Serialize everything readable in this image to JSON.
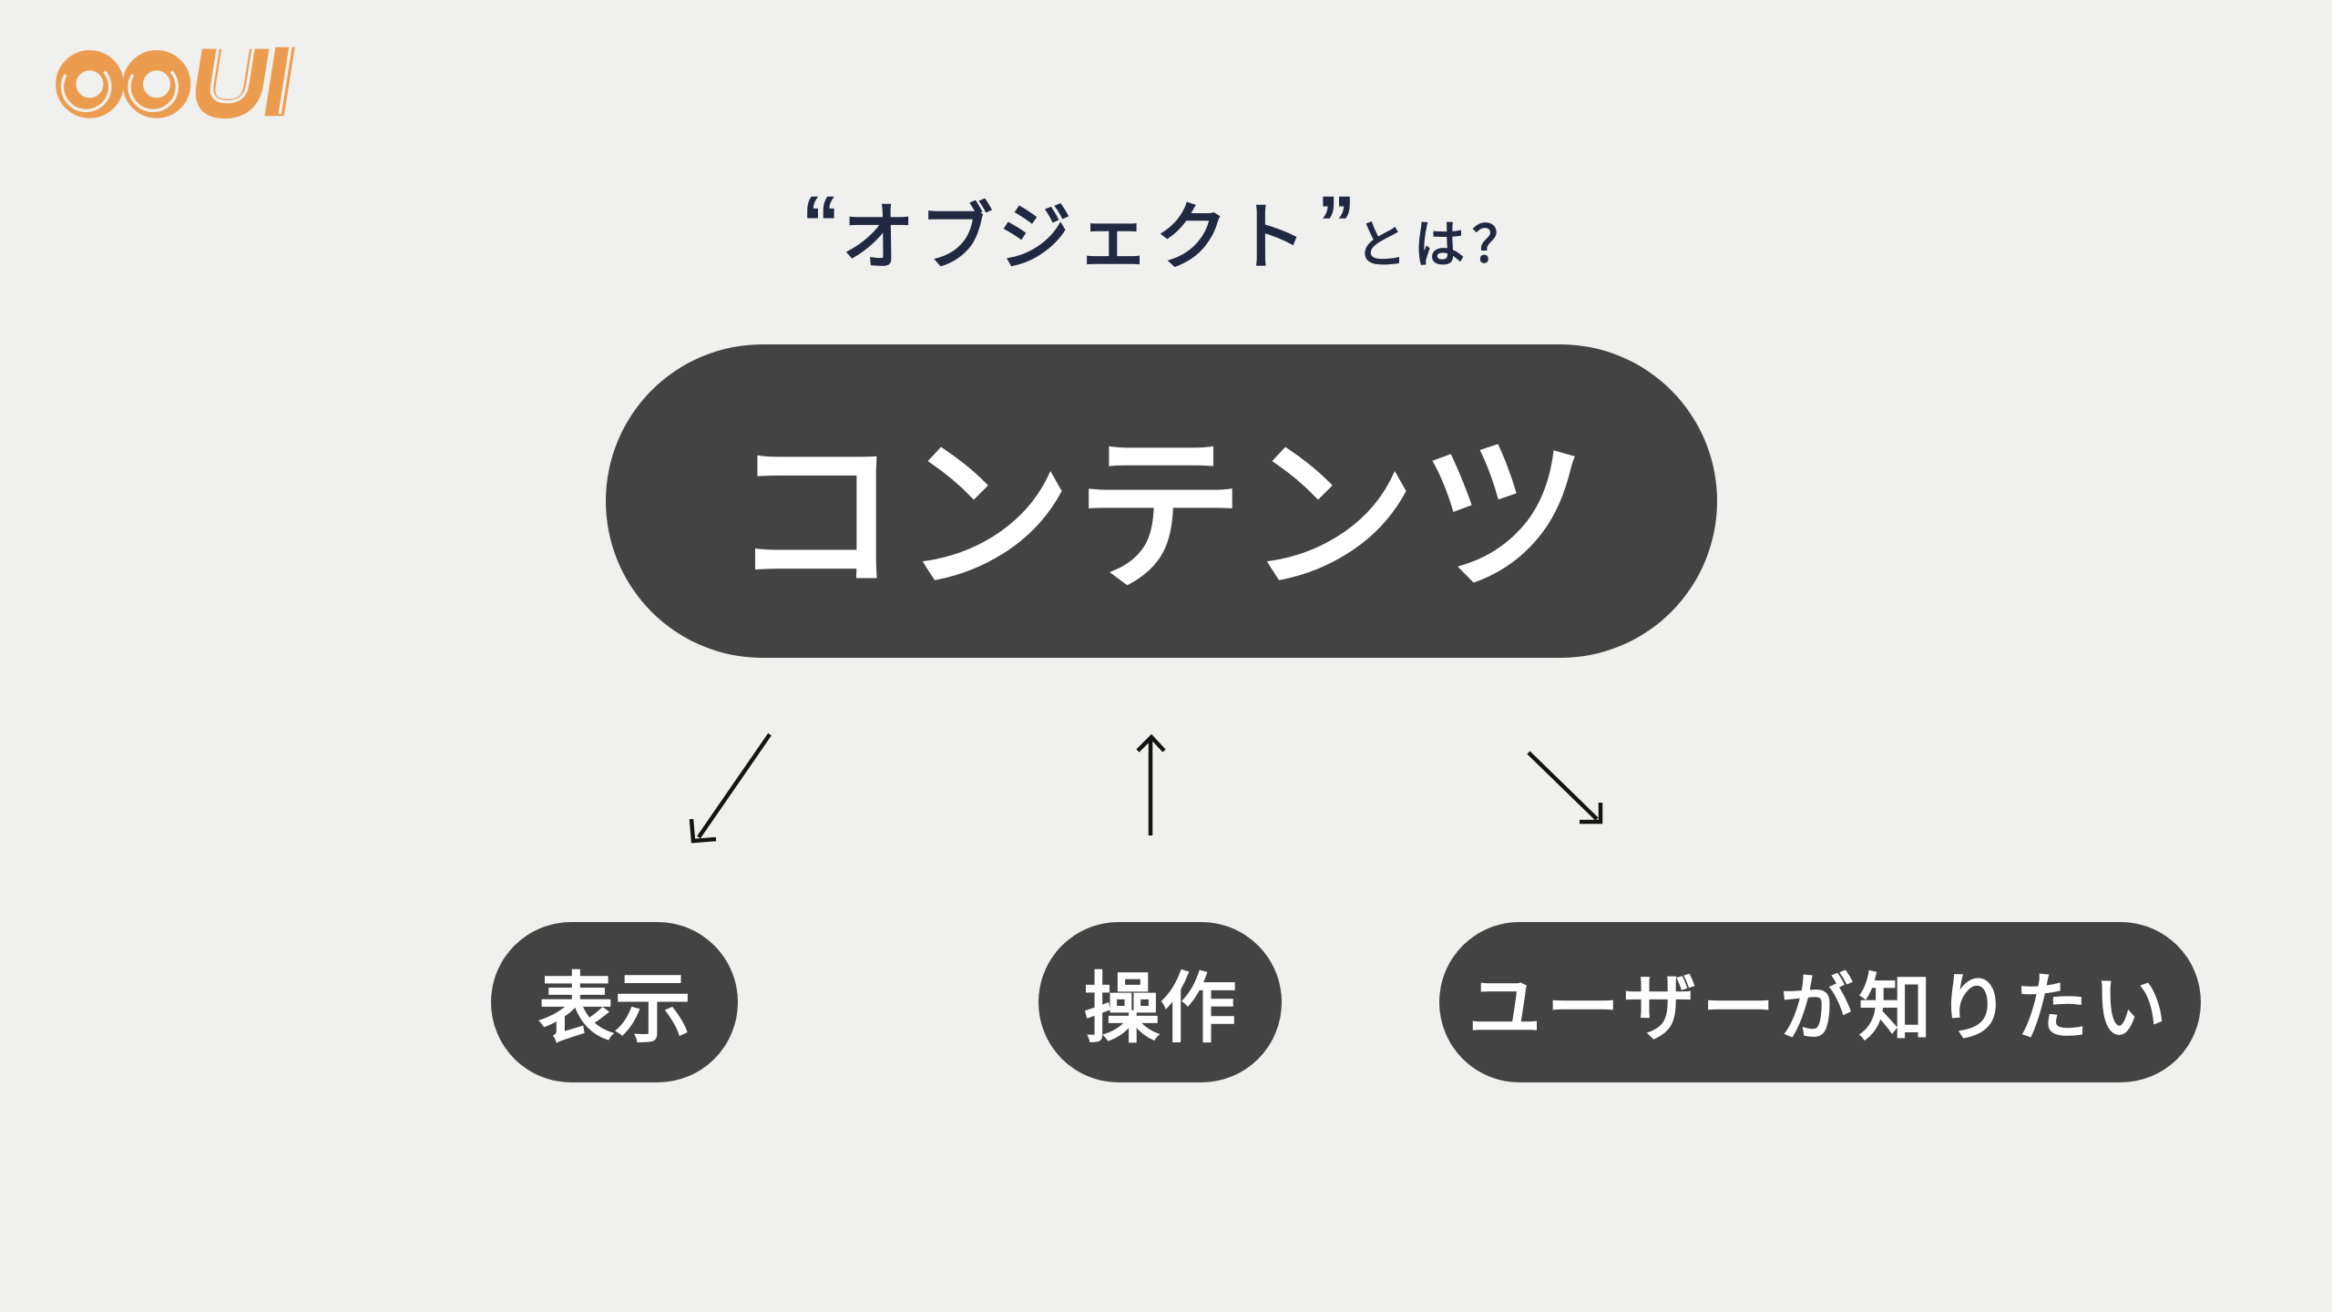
{
  "colors": {
    "bg": "#F0F0EE",
    "pill": "#434343",
    "node-text": "#FFFFFF",
    "title-ink": "#202842",
    "accent": "#EC9C4E",
    "arrow": "#141414"
  },
  "logo": {
    "text": "OOUI",
    "color": "#EC9C4E",
    "icon": "ooui-doodle-logo"
  },
  "title": {
    "open_quote": "“",
    "object_word": "オブジェクト",
    "close_quote": "”",
    "suffix": "とは？",
    "full_text": "“オブジェクト”とは？"
  },
  "diagram": {
    "main_node": {
      "label": "コンテンツ"
    },
    "child_nodes": [
      {
        "label": "表示"
      },
      {
        "label": "操作"
      },
      {
        "label": "ユーザーが知りたい"
      }
    ],
    "arrows": [
      {
        "icon": "down-left-arrow"
      },
      {
        "icon": "up-arrow"
      },
      {
        "icon": "down-right-arrow"
      }
    ]
  }
}
